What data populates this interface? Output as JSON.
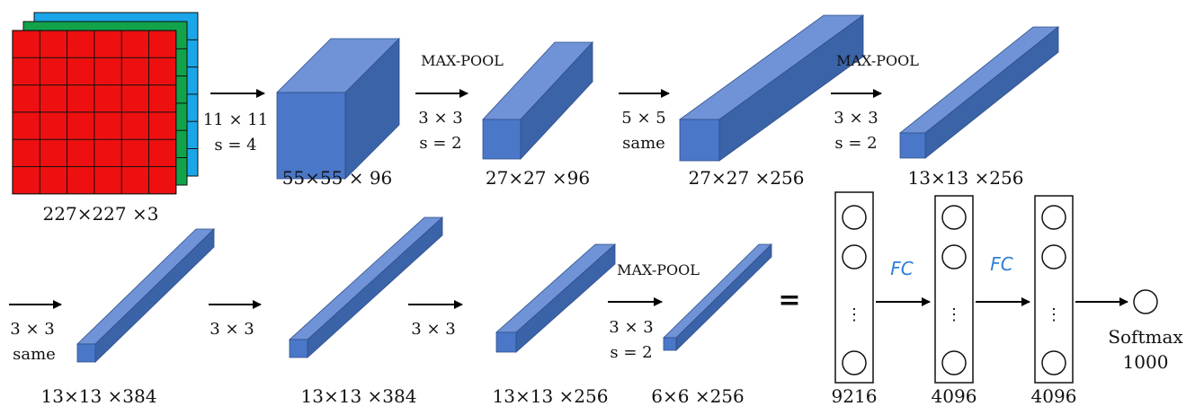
{
  "colors": {
    "block_front": "#4a77c8",
    "block_top": "#6f93d6",
    "block_side": "#3b63a8",
    "input_red": "#ee1010",
    "input_green": "#12a34a",
    "input_blue": "#1aa6e8",
    "handwriting": "#2f7fd6"
  },
  "input": {
    "label": "227×227 ×3"
  },
  "layers": [
    {
      "label": "55×55 × 96"
    },
    {
      "label": "27×27 ×96"
    },
    {
      "label": "27×27 ×256"
    },
    {
      "label": "13×13 ×256"
    },
    {
      "label": "13×13 ×384"
    },
    {
      "label": "13×13 ×384"
    },
    {
      "label": "13×13 ×256"
    },
    {
      "label": "6×6 ×256"
    }
  ],
  "ops": [
    {
      "lines": [
        "11 × 11",
        "s = 4"
      ],
      "pool": ""
    },
    {
      "lines": [
        "3 × 3",
        "s = 2"
      ],
      "pool": "MAX-POOL"
    },
    {
      "lines": [
        "5 × 5",
        "same"
      ],
      "pool": ""
    },
    {
      "lines": [
        "3 × 3",
        "s = 2"
      ],
      "pool": "MAX-POOL"
    },
    {
      "lines": [
        "3 × 3",
        "same"
      ],
      "pool": ""
    },
    {
      "lines": [
        "3 × 3"
      ],
      "pool": ""
    },
    {
      "lines": [
        "3 × 3"
      ],
      "pool": ""
    },
    {
      "lines": [
        "3 × 3",
        "s = 2"
      ],
      "pool": "MAX-POOL"
    }
  ],
  "equals": "=",
  "fc_layers": [
    {
      "label": "9216",
      "ellipsis": "⋮"
    },
    {
      "label": "4096",
      "ellipsis": "⋮"
    },
    {
      "label": "4096",
      "ellipsis": "⋮"
    }
  ],
  "fc_annotation": "FC",
  "softmax": {
    "label": "Softmax",
    "size": "1000"
  }
}
